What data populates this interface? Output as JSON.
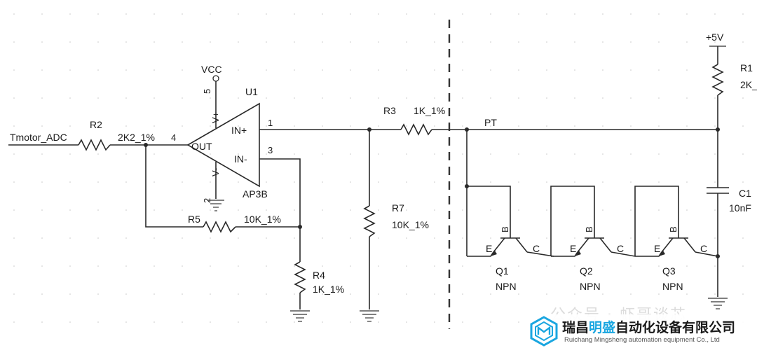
{
  "input_label": "Tmotor_ADC",
  "r2": {
    "ref": "R2",
    "value": "2K2_1%"
  },
  "r3": {
    "ref": "R3",
    "value": "1K_1%"
  },
  "r4": {
    "ref": "R4",
    "value": "1K_1%"
  },
  "r5": {
    "ref": "R5",
    "value": "10K_1%"
  },
  "r7": {
    "ref": "R7",
    "value": "10K_1%"
  },
  "r1": {
    "ref": "R1",
    "value": "2K_"
  },
  "c1": {
    "ref": "C1",
    "value": "10nF"
  },
  "opamp": {
    "ref": "U1",
    "part": "AP3B",
    "supply": "VCC",
    "pin_out": "4",
    "pin_inp": "1",
    "pin_inn": "3",
    "pin_vp": "5",
    "pin_vn": "2",
    "label_out": "OUT",
    "label_inp": "IN+",
    "label_inn": "IN-",
    "label_vp": "V+",
    "label_vn": "V-"
  },
  "net_pt": "PT",
  "supply_5v": "+5V",
  "transistors": [
    {
      "ref": "Q1",
      "type": "NPN",
      "b": "B",
      "e": "E",
      "c": "C"
    },
    {
      "ref": "Q2",
      "type": "NPN",
      "b": "B",
      "e": "E",
      "c": "C"
    },
    {
      "ref": "Q3",
      "type": "NPN",
      "b": "B",
      "e": "E",
      "c": "C"
    }
  ],
  "watermark": "公众号 · 虾哥谈芯",
  "brand": {
    "name_pre": "瑞昌",
    "name_accent": "明盛",
    "name_post": "自动化设备有限公司",
    "subtitle": "Ruichang Mingsheng automation equipment Co., Ltd",
    "accent_color": "#1aa6e0"
  }
}
